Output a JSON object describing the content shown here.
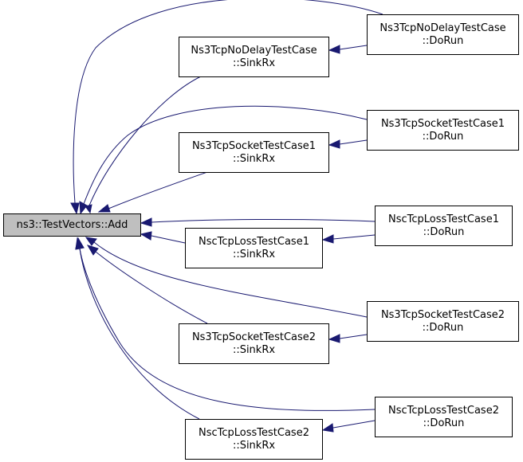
{
  "graph": {
    "nodes": [
      {
        "id": "add",
        "lines": [
          "ns3::TestVectors::Add"
        ],
        "root": true
      },
      {
        "id": "tcpnodelay_sinkrx",
        "lines": [
          "Ns3TcpNoDelayTestCase",
          "::SinkRx"
        ]
      },
      {
        "id": "tcpnodelay_dorun",
        "lines": [
          "Ns3TcpNoDelayTestCase",
          "::DoRun"
        ]
      },
      {
        "id": "tcpsocket1_sinkrx",
        "lines": [
          "Ns3TcpSocketTestCase1",
          "::SinkRx"
        ]
      },
      {
        "id": "tcpsocket1_dorun",
        "lines": [
          "Ns3TcpSocketTestCase1",
          "::DoRun"
        ]
      },
      {
        "id": "nscloss1_sinkrx",
        "lines": [
          "NscTcpLossTestCase1",
          "::SinkRx"
        ]
      },
      {
        "id": "nscloss1_dorun",
        "lines": [
          "NscTcpLossTestCase1",
          "::DoRun"
        ]
      },
      {
        "id": "tcpsocket2_sinkrx",
        "lines": [
          "Ns3TcpSocketTestCase2",
          "::SinkRx"
        ]
      },
      {
        "id": "tcpsocket2_dorun",
        "lines": [
          "Ns3TcpSocketTestCase2",
          "::DoRun"
        ]
      },
      {
        "id": "nscloss2_sinkrx",
        "lines": [
          "NscTcpLossTestCase2",
          "::SinkRx"
        ]
      },
      {
        "id": "nscloss2_dorun",
        "lines": [
          "NscTcpLossTestCase2",
          "::DoRun"
        ]
      }
    ],
    "edges": [
      {
        "from": "tcpnodelay_sinkrx",
        "to": "add"
      },
      {
        "from": "tcpnodelay_dorun",
        "to": "tcpnodelay_sinkrx"
      },
      {
        "from": "tcpnodelay_dorun",
        "to": "add"
      },
      {
        "from": "tcpsocket1_sinkrx",
        "to": "add"
      },
      {
        "from": "tcpsocket1_dorun",
        "to": "tcpsocket1_sinkrx"
      },
      {
        "from": "tcpsocket1_dorun",
        "to": "add"
      },
      {
        "from": "nscloss1_sinkrx",
        "to": "add"
      },
      {
        "from": "nscloss1_dorun",
        "to": "nscloss1_sinkrx"
      },
      {
        "from": "nscloss1_dorun",
        "to": "add"
      },
      {
        "from": "tcpsocket2_sinkrx",
        "to": "add"
      },
      {
        "from": "tcpsocket2_dorun",
        "to": "tcpsocket2_sinkrx"
      },
      {
        "from": "tcpsocket2_dorun",
        "to": "add"
      },
      {
        "from": "nscloss2_sinkrx",
        "to": "add"
      },
      {
        "from": "nscloss2_dorun",
        "to": "nscloss2_sinkrx"
      },
      {
        "from": "nscloss2_dorun",
        "to": "add"
      }
    ]
  },
  "colors": {
    "edge": "#191970",
    "root_fill": "#bfbfbf",
    "node_fill": "#ffffff",
    "node_border": "#000000"
  }
}
